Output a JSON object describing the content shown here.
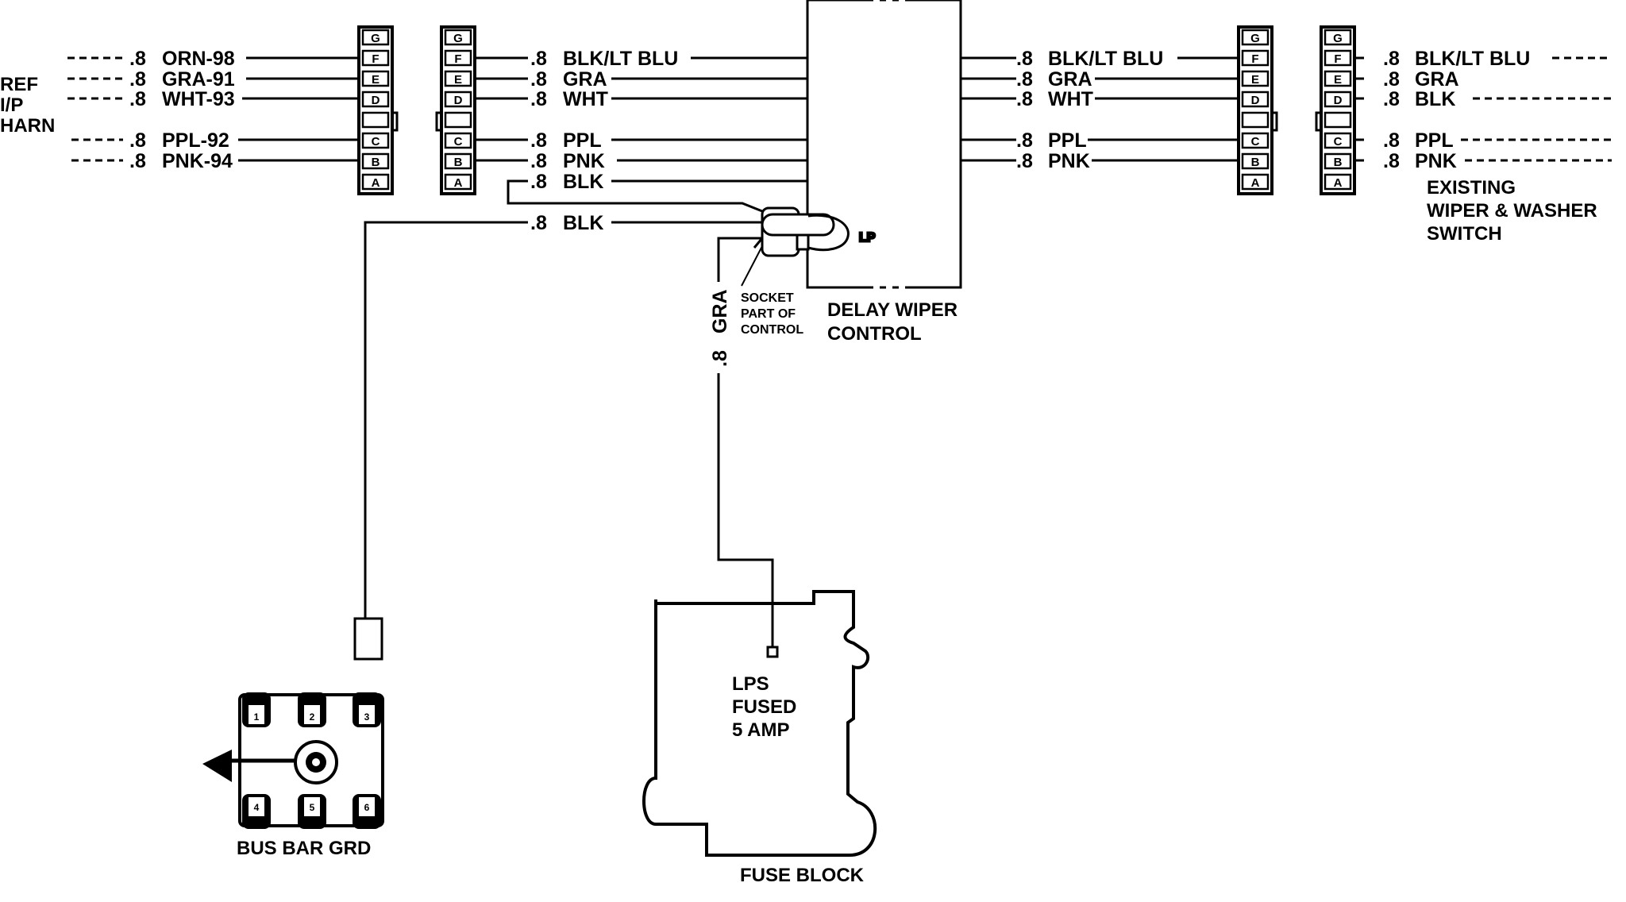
{
  "left_harness": {
    "label_lines": [
      "REF",
      "I/P",
      "HARN"
    ],
    "wires": [
      {
        "gauge": ".8",
        "color": "ORN-98"
      },
      {
        "gauge": ".8",
        "color": "GRA-91"
      },
      {
        "gauge": ".8",
        "color": "WHT-93"
      },
      {
        "gauge": ".8",
        "color": "PPL-92"
      },
      {
        "gauge": ".8",
        "color": "PNK-94"
      }
    ]
  },
  "connector_pins": [
    "G",
    "F",
    "E",
    "D",
    "",
    "C",
    "B",
    "A"
  ],
  "inner_left_wires": [
    {
      "gauge": ".8",
      "color": "BLK/LT BLU"
    },
    {
      "gauge": ".8",
      "color": "GRA"
    },
    {
      "gauge": ".8",
      "color": "WHT"
    },
    {
      "gauge": ".8",
      "color": "PPL"
    },
    {
      "gauge": ".8",
      "color": "PNK"
    },
    {
      "gauge": ".8",
      "color": "BLK"
    },
    {
      "gauge": ".8",
      "color": "BLK"
    }
  ],
  "inner_right_wires": [
    {
      "gauge": ".8",
      "color": "BLK/LT BLU"
    },
    {
      "gauge": ".8",
      "color": "GRA"
    },
    {
      "gauge": ".8",
      "color": "WHT"
    },
    {
      "gauge": ".8",
      "color": "PPL"
    },
    {
      "gauge": ".8",
      "color": "PNK"
    }
  ],
  "switch_wires": [
    {
      "gauge": ".8",
      "color": "BLK/LT BLU"
    },
    {
      "gauge": ".8",
      "color": "GRA"
    },
    {
      "gauge": ".8",
      "color": "BLK"
    },
    {
      "gauge": ".8",
      "color": "PPL"
    },
    {
      "gauge": ".8",
      "color": "PNK"
    }
  ],
  "switch_label_lines": [
    "EXISTING",
    "WIPER & WASHER",
    "SWITCH"
  ],
  "delay_control_label_lines": [
    "DELAY WIPER",
    "CONTROL"
  ],
  "socket_label_lines": [
    "SOCKET",
    "PART OF",
    "CONTROL"
  ],
  "lp_label": "LP",
  "vertical_wire": {
    "gauge": ".8",
    "color": "GRA"
  },
  "fuse_block": {
    "inner_label_lines": [
      "LPS",
      "FUSED",
      "5 AMP"
    ],
    "label": "FUSE BLOCK"
  },
  "bus_bar": {
    "terminals": [
      "1",
      "2",
      "3",
      "4",
      "5",
      "6"
    ],
    "label": "BUS BAR GRD"
  }
}
